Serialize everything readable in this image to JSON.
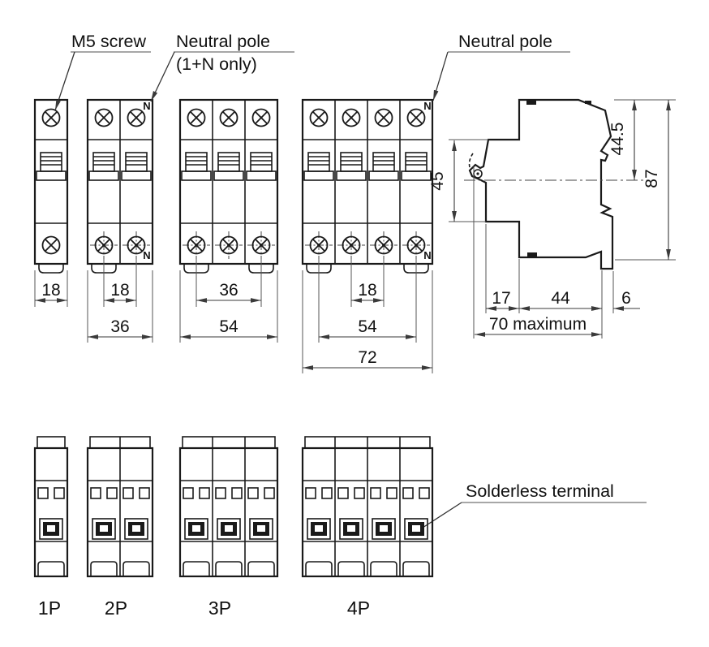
{
  "callouts": {
    "m5_screw": "M5 screw",
    "neutral_pole_1n_line1": "Neutral pole",
    "neutral_pole_1n_line2": "(1+N only)",
    "neutral_pole_4p": "Neutral pole",
    "solderless_terminal": "Solderless terminal",
    "neutral_marker": "N"
  },
  "front_dims": {
    "p1_width": "18",
    "p2_screw_spacing": "18",
    "p2_width": "36",
    "p3_screw_spacing": "36",
    "p3_width": "54",
    "p4_mid_screw_spacing": "18",
    "p4_screw_spacing": "54",
    "p4_width": "72"
  },
  "side_dims": {
    "terminal_span": "45",
    "top_to_rail_center": "44.5",
    "overall_height": "87",
    "front_depth": "17",
    "body_depth": "44",
    "rear_depth": "6",
    "max_depth": "70 maximum"
  },
  "pole_labels": {
    "p1": "1P",
    "p2": "2P",
    "p3": "3P",
    "p4": "4P"
  },
  "colors": {
    "line": "#1a1a1a",
    "dim_line": "#3a3a3a",
    "background": "#ffffff"
  }
}
